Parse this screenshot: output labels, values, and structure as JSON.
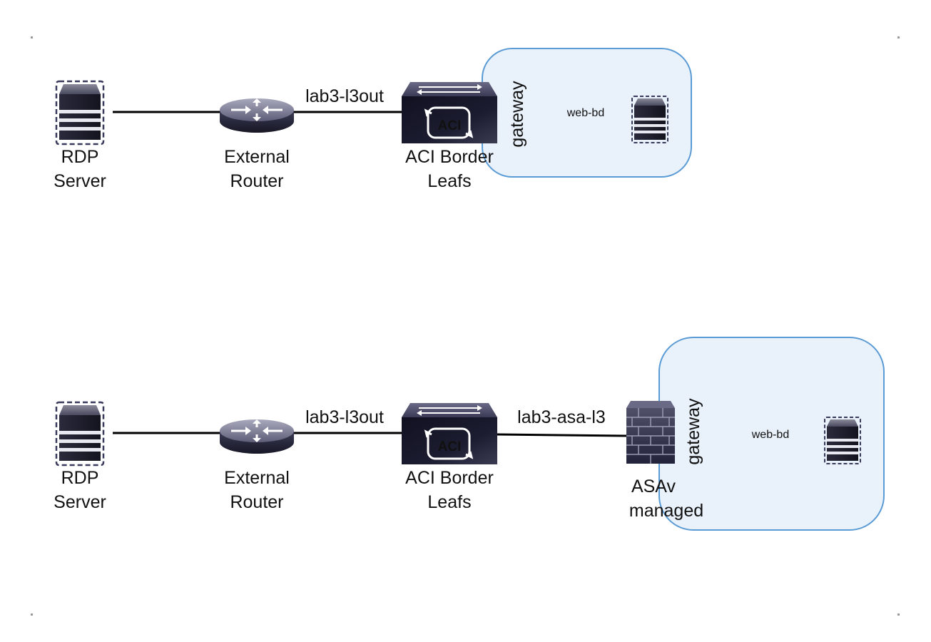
{
  "diagram_top": {
    "rdp_server": {
      "line1": "RDP",
      "line2": "Server"
    },
    "external_router": {
      "line1": "External",
      "line2": "Router"
    },
    "l3out_link": "lab3-l3out",
    "aci_border_leafs": {
      "line1": "ACI Border",
      "line2": "Leafs",
      "badge": "ACI"
    },
    "bridge_domain": {
      "gateway": "gateway",
      "name": "web-bd"
    }
  },
  "diagram_bottom": {
    "rdp_server": {
      "line1": "RDP",
      "line2": "Server"
    },
    "external_router": {
      "line1": "External",
      "line2": "Router"
    },
    "l3out_link": "lab3-l3out",
    "aci_border_leafs": {
      "line1": "ACI Border",
      "line2": "Leafs",
      "badge": "ACI"
    },
    "asa_link": "lab3-asa-l3",
    "asav": {
      "line1": "ASAv",
      "line2": "managed"
    },
    "bridge_domain": {
      "gateway": "gateway",
      "name": "web-bd"
    }
  },
  "icons": {
    "server": "server-icon",
    "router": "router-icon",
    "switch": "aci-switch-icon",
    "firewall": "firewall-icon"
  },
  "colors": {
    "bd_fill": "#e9f1fa",
    "bd_stroke": "#5b9bd5",
    "device_dark": "#1f1f35",
    "link": "#000000"
  }
}
